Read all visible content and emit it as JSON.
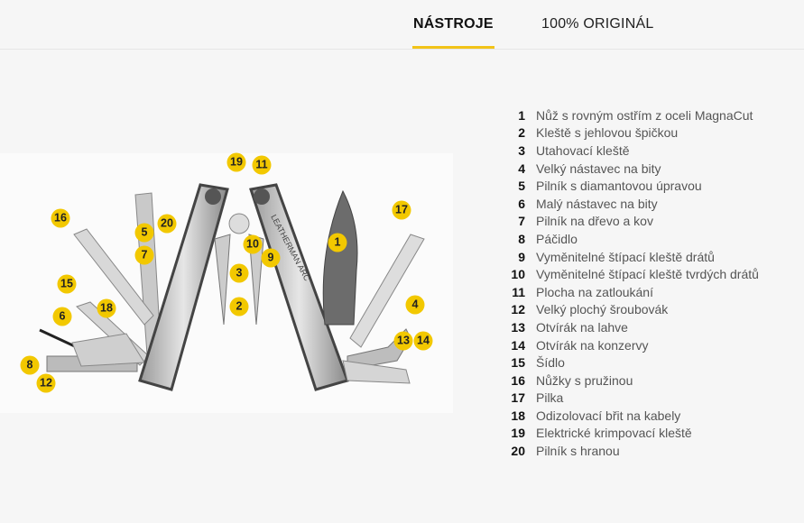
{
  "tabs": [
    {
      "label": "NÁSTROJE",
      "active": true
    },
    {
      "label": "100% ORIGINÁL",
      "active": false
    }
  ],
  "accent_color": "#f2c318",
  "callouts": [
    "19",
    "11",
    "16",
    "20",
    "5",
    "7",
    "17",
    "1",
    "10",
    "9",
    "3",
    "15",
    "2",
    "18",
    "6",
    "4",
    "13",
    "14",
    "8",
    "12"
  ],
  "tools": [
    {
      "num": "1",
      "label": "Nůž s rovným ostřím z oceli MagnaCut"
    },
    {
      "num": "2",
      "label": "Kleště s jehlovou špičkou"
    },
    {
      "num": "3",
      "label": "Utahovací kleště"
    },
    {
      "num": "4",
      "label": "Velký nástavec na bity"
    },
    {
      "num": "5",
      "label": "Pilník s diamantovou úpravou"
    },
    {
      "num": "6",
      "label": "Malý nástavec na bity"
    },
    {
      "num": "7",
      "label": "Pilník na dřevo a kov"
    },
    {
      "num": "8",
      "label": "Páčidlo"
    },
    {
      "num": "9",
      "label": "Vyměnitelné štípací kleště drátů"
    },
    {
      "num": "10",
      "label": "Vyměnitelné štípací kleště tvrdých drátů"
    },
    {
      "num": "11",
      "label": "Plocha na zatloukání"
    },
    {
      "num": "12",
      "label": "Velký plochý šroubovák"
    },
    {
      "num": "13",
      "label": "Otvírák na lahve"
    },
    {
      "num": "14",
      "label": "Otvírák na konzervy"
    },
    {
      "num": "15",
      "label": "Šídlo"
    },
    {
      "num": "16",
      "label": "Nůžky s pružinou"
    },
    {
      "num": "17",
      "label": "Pilka"
    },
    {
      "num": "18",
      "label": "Odizolovací břit na kabely"
    },
    {
      "num": "19",
      "label": "Elektrické krimpovací kleště"
    },
    {
      "num": "20",
      "label": "Pilník s hranou"
    }
  ]
}
